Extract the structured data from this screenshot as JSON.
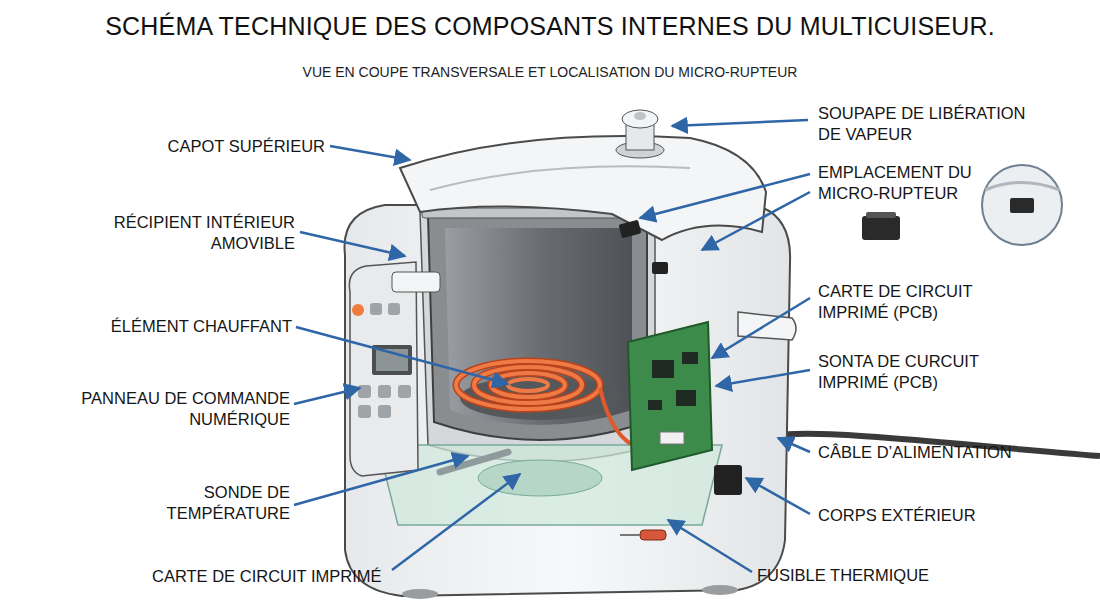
{
  "diagram": {
    "title": "SCHÉMA TECHNIQUE DES COMPOSANTS INTERNES DU MULTICUISEUR.",
    "caption": "VUE EN COUPE TRANSVERSALE ET LOCALISATION DU MICRO-RUPTEUR",
    "labels": [
      "CAPOT SUPÉRIEUR",
      "RÉCIPIENT INTÉRIEUR AMOVIBLE",
      "ÉLÉMENT CHAUFFANT",
      "PANNEAU DE COMMANDE NUMÉRIQUE",
      "SONDE DE TEMPÉRATURE",
      "CARTE DE CIRCUIT IMPRIMÉ",
      "SOUPAPE DE LIBÉRATION DE VAPEUR",
      "EMPLACEMENT DU MICRO-RUPTEUR",
      "CARTE DE CIRCUIT IMPRIMÉ (PCB)",
      "SONTA DE CURCUIT IMPRIMÉ (PCB)",
      "CÂBLE D’ALIMENTATION",
      "CORPS EXTÉRIEUR",
      "FUSIBLE THERMIQUE"
    ]
  }
}
